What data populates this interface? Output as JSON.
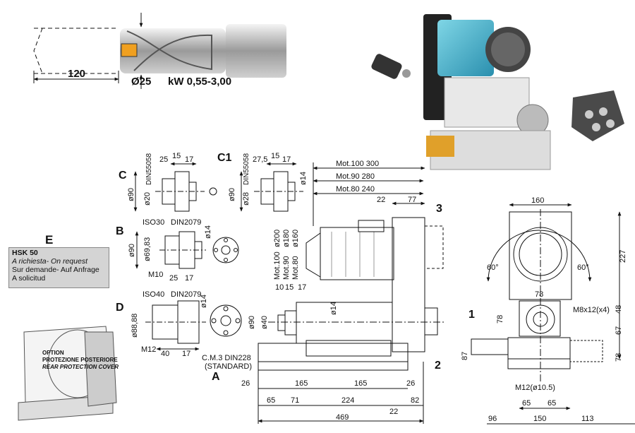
{
  "drill": {
    "length": "120",
    "diameter": "Ø25",
    "power": "kW  0,55-3,00"
  },
  "views": {
    "C": {
      "label": "C",
      "standard": "DIN55058",
      "dims_top": [
        "25",
        "15",
        "17"
      ],
      "dia_outer": "ø90",
      "dia_inner": "ø20"
    },
    "C1": {
      "label": "C1",
      "standard": "DIN55058",
      "dims_top": [
        "27,5",
        "15",
        "17"
      ],
      "dia_outer": "ø90",
      "dia_inner": "ø28",
      "dia_side": "ø14"
    },
    "B": {
      "label": "B",
      "taper": "ISO30",
      "standard": "DIN2079",
      "dia_outer": "ø90",
      "dia_pitch": "ø69,83",
      "dia_bore": "ø14",
      "thread": "M10",
      "dims_bottom": [
        "25",
        "17"
      ]
    },
    "D": {
      "label": "D",
      "taper": "ISO40",
      "standard": "DIN2079",
      "dia_outer": "ø88,88",
      "dia_bore": "ø14",
      "thread": "M12",
      "dims_bottom": [
        "40",
        "17"
      ]
    }
  },
  "option_e": {
    "label": "E",
    "lines": [
      "HSK 50",
      "A richiesta- On request",
      "Sur demande- Auf Anfrage",
      "A solicitud"
    ]
  },
  "rear_cover": {
    "lines": [
      "OPTION",
      "PROTEZIONE POSTERIORE",
      "REAR PROTECTION COVER"
    ]
  },
  "side_view": {
    "motors": [
      "Mot.100 300",
      "Mot.90 280",
      "Mot.80 240"
    ],
    "top_dims": [
      "22",
      "77"
    ],
    "motor_dias": [
      "Mot.100",
      "Mot.90",
      "Mot.80",
      "ø200",
      "ø180",
      "ø160"
    ],
    "spindle_dims": [
      "10",
      "15",
      "17"
    ],
    "spindle_dias": [
      "ø14",
      "ø40",
      "ø90"
    ],
    "cm": [
      "C.M.3  DIN228",
      "(STANDARD)"
    ],
    "callouts": [
      "3",
      "2",
      "A"
    ],
    "row1": [
      "26",
      "165",
      "165",
      "26"
    ],
    "row2": [
      "65",
      "71",
      "224",
      "82"
    ],
    "row3": [
      "22"
    ],
    "total": "469"
  },
  "front_view": {
    "width": "160",
    "height": "227",
    "angles": [
      "60°",
      "60°"
    ],
    "centre": "78",
    "left": "78",
    "bolts": "M8x12(x4)",
    "right": [
      "48",
      "67",
      "78"
    ],
    "base_left": "87",
    "callout": "1",
    "base_thread": "M12(ø10.5)",
    "base_dims": [
      "65",
      "65"
    ],
    "bottom": [
      "96",
      "150",
      "113"
    ]
  }
}
